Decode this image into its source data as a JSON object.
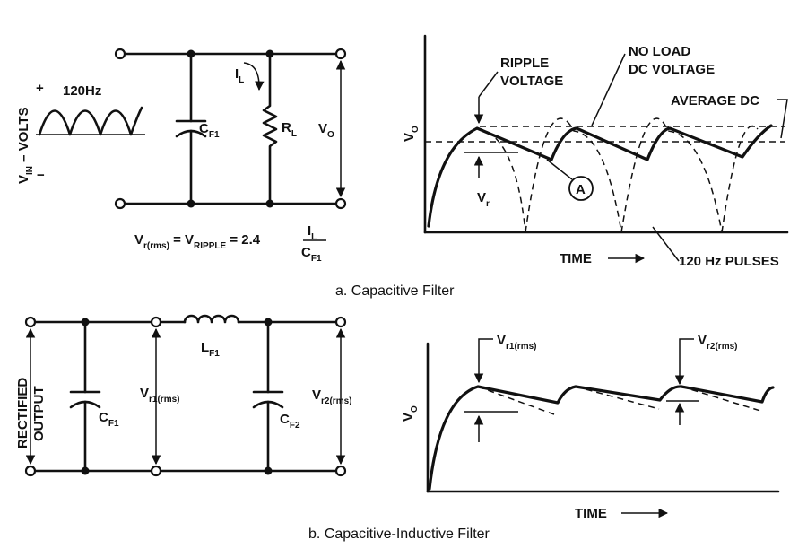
{
  "part_a": {
    "input_freq": "120Hz",
    "plus": "+",
    "minus": "−",
    "vin_main": "V",
    "vin_sub": "IN",
    "vin_units": " – VOLTS",
    "cf1_main": "C",
    "cf1_sub": "F1",
    "il_main": "I",
    "il_sub": "L",
    "rl_main": "R",
    "rl_sub": "L",
    "vo_main": "V",
    "vo_sub": "O",
    "formula_lhs_main": "V",
    "formula_lhs_sub": "r(rms)",
    "formula_eq1": " = V",
    "formula_mid_sub": "RIPPLE",
    "formula_eq2": " = 2.4",
    "formula_num_main": "I",
    "formula_num_sub": "L",
    "formula_den_main": "C",
    "formula_den_sub": "F1",
    "graph_y_main": "V",
    "graph_y_sub": "O",
    "ripple_label_1": "RIPPLE",
    "ripple_label_2": "VOLTAGE",
    "noload_label_1": "NO LOAD",
    "noload_label_2": "DC VOLTAGE",
    "avg_label": "AVERAGE DC",
    "vr_main": "V",
    "vr_sub": "r",
    "point_a": "A",
    "time_label": "TIME",
    "pulses_label": "120 Hz PULSES",
    "caption": "a. Capacitive Filter"
  },
  "part_b": {
    "rect_label_1": "RECTIFIED",
    "rect_label_2": "OUTPUT",
    "cf1_main": "C",
    "cf1_sub": "F1",
    "vr1_main": "V",
    "vr1_sub": "r1(rms)",
    "lf1_main": "L",
    "lf1_sub": "F1",
    "cf2_main": "C",
    "cf2_sub": "F2",
    "vr2_main": "V",
    "vr2_sub": "r2(rms)",
    "graph_y_main": "V",
    "graph_y_sub": "O",
    "vr1_top_main": "V",
    "vr1_top_sub": "r1(rms)",
    "vr2_top_main": "V",
    "vr2_top_sub": "r2(rms)",
    "time_label": "TIME",
    "caption": "b. Capacitive-Inductive Filter"
  }
}
